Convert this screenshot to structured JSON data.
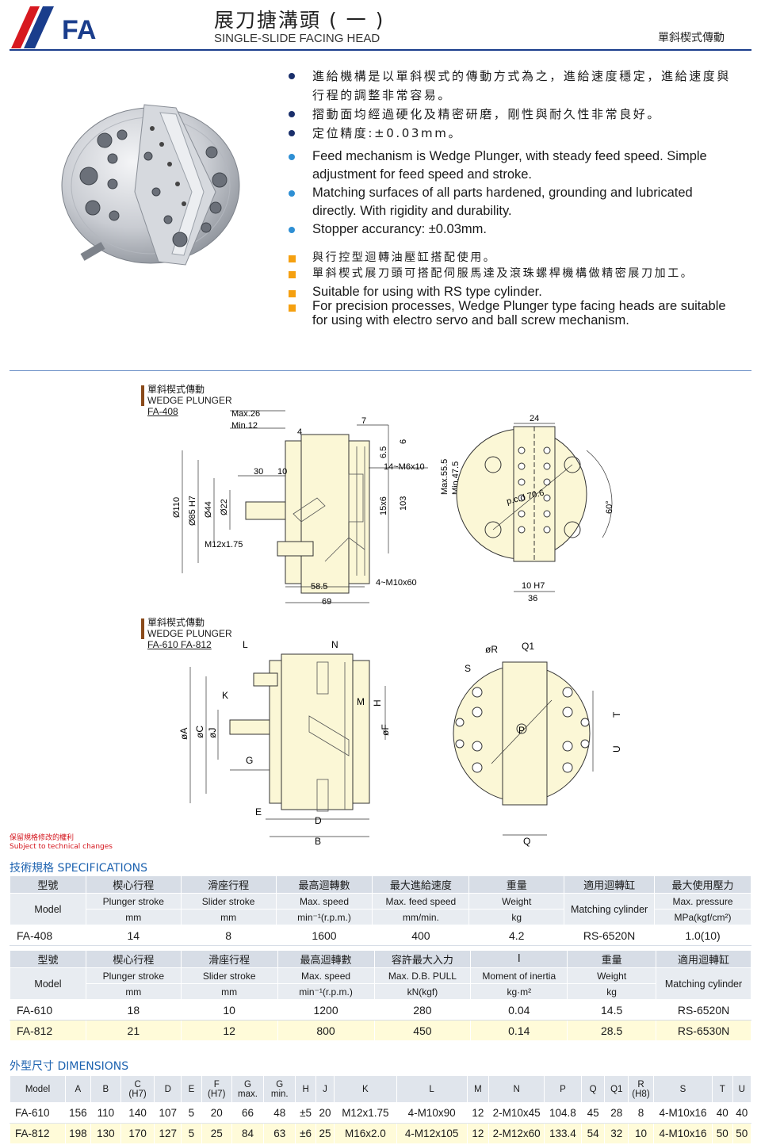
{
  "header": {
    "logo_text": "FA",
    "title_zh": "展刀搪溝頭 ( 一 )",
    "title_en": "SINGLE-SLIDE FACING HEAD",
    "right_label": "單斜楔式傳動"
  },
  "bullets": {
    "zh_features": [
      "進給機構是以單斜楔式的傳動方式為之，進給速度穩定，進給速度與行程的調整非常容易。",
      "摺動面均經過硬化及精密研磨，剛性與耐久性非常良好。",
      "定位精度:±0.03mm。"
    ],
    "en_features": [
      "Feed mechanism is Wedge Plunger, with steady feed speed. Simple adjustment for feed speed and stroke.",
      "Matching surfaces of all parts hardened, grounding and lubricated directly. With rigidity and durability.",
      "Stopper accurancy: ±0.03mm."
    ],
    "zh_usage": [
      "與行控型迴轉油壓缸搭配使用。",
      "單斜楔式展刀頭可搭配伺服馬達及滾珠螺桿機構做精密展刀加工。"
    ],
    "en_usage": [
      "Suitable for using with RS type cylinder.",
      "For precision processes, Wedge Plunger type facing heads are suitable for using with electro servo and ball screw mechanism."
    ]
  },
  "drawing1": {
    "label_zh": "單斜楔式傳動",
    "label_en": "WEDGE PLUNGER",
    "model": "FA-408",
    "dims": {
      "max26": "Max.26",
      "min12": "Min.12",
      "d4": "4",
      "d7": "7",
      "d24": "24",
      "d65": "6.5",
      "d6": "6",
      "m6": "14~M6x10",
      "d30": "30",
      "d10": "10",
      "maxmin": "Max.55.5",
      "min475": "Min.47.5",
      "phi110": "Ø110",
      "phi85": "Ø85 H7",
      "phi44": "Ø44",
      "phi22": "Ø22",
      "m12": "M12x1.75",
      "s15": "15x6",
      "d103": "103",
      "pcd": "p.c.d 70.6",
      "a60": "60°",
      "m10": "4~M10x60",
      "d585": "58.5",
      "d69": "69",
      "h7": "10 H7",
      "d36": "36"
    }
  },
  "drawing2": {
    "label_zh": "單斜楔式傳動",
    "label_en": "WEDGE PLUNGER",
    "model": "FA-610  FA-812",
    "letters": {
      "L": "L",
      "N": "N",
      "K": "K",
      "M": "M",
      "H": "H",
      "A": "øA",
      "C": "øC",
      "J": "øJ",
      "F": "øF",
      "G": "G",
      "E": "E",
      "D": "D",
      "B": "B",
      "R": "øR",
      "Q1": "Q1",
      "S": "S",
      "P": "P",
      "T": "T",
      "U": "U",
      "Q": "Q"
    }
  },
  "notice": {
    "zh": "保留規格修改的權利",
    "en": "Subject to technical changes"
  },
  "specs": {
    "title": "技術規格 SPECIFICATIONS",
    "table1": {
      "zh": [
        "型號",
        "楔心行程",
        "滑座行程",
        "最高迴轉數",
        "最大進給速度",
        "重量",
        "適用迴轉缸",
        "最大使用壓力"
      ],
      "en": [
        "Model",
        "Plunger stroke",
        "Slider stroke",
        "Max. speed",
        "Max. feed speed",
        "Weight",
        "Matching cylinder",
        "Max. pressure"
      ],
      "units": [
        "mm",
        "mm",
        "min⁻¹(r.p.m.)",
        "mm/min.",
        "kg",
        "MPa(kgf/cm²)"
      ],
      "rows": [
        [
          "FA-408",
          "14",
          "8",
          "1600",
          "400",
          "4.2",
          "RS-6520N",
          "1.0(10)"
        ]
      ]
    },
    "table2": {
      "zh": [
        "型號",
        "楔心行程",
        "滑座行程",
        "最高迴轉數",
        "容許最大入力",
        "I",
        "重量",
        "適用迴轉缸"
      ],
      "en": [
        "Model",
        "Plunger stroke",
        "Slider stroke",
        "Max. speed",
        "Max. D.B. PULL",
        "Moment of inertia",
        "Weight",
        "Matching cylinder"
      ],
      "units": [
        "mm",
        "mm",
        "min⁻¹(r.p.m.)",
        "kN(kgf)",
        "kg·m²",
        "kg"
      ],
      "rows": [
        [
          "FA-610",
          "18",
          "10",
          "1200",
          "280",
          "0.04",
          "14.5",
          "RS-6520N"
        ],
        [
          "FA-812",
          "21",
          "12",
          "800",
          "450",
          "0.14",
          "28.5",
          "RS-6530N"
        ]
      ]
    }
  },
  "dimensions": {
    "title": "外型尺寸 DIMENSIONS",
    "headers": [
      "Model",
      "A",
      "B",
      "C\n(H7)",
      "D",
      "E",
      "F\n(H7)",
      "G\nmax.",
      "G\nmin.",
      "H",
      "J",
      "K",
      "L",
      "M",
      "N",
      "P",
      "Q",
      "Q1",
      "R\n(H8)",
      "S",
      "T",
      "U"
    ],
    "rows": [
      [
        "FA-610",
        "156",
        "110",
        "140",
        "107",
        "5",
        "20",
        "66",
        "48",
        "±5",
        "20",
        "M12x1.75",
        "4-M10x90",
        "12",
        "2-M10x45",
        "104.8",
        "45",
        "28",
        "8",
        "4-M10x16",
        "40",
        "40"
      ],
      [
        "FA-812",
        "198",
        "130",
        "170",
        "127",
        "5",
        "25",
        "84",
        "63",
        "±6",
        "25",
        "M16x2.0",
        "4-M12x105",
        "12",
        "2-M12x60",
        "133.4",
        "54",
        "32",
        "10",
        "4-M10x16",
        "50",
        "50"
      ]
    ]
  },
  "colors": {
    "brand_red": "#d71920",
    "brand_blue": "#1a3d8c",
    "accent_blue": "#1e63b0",
    "bullet_orange": "#f5a010",
    "drawing_fill": "#fbf7d6"
  }
}
